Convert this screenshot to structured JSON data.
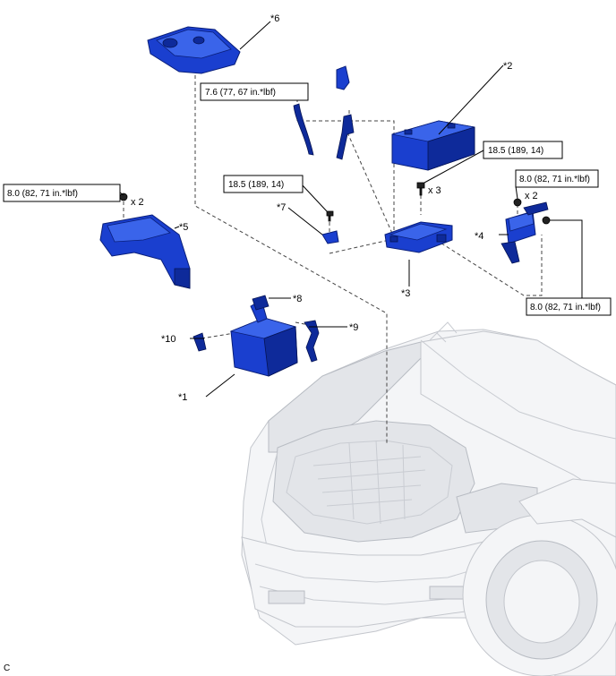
{
  "callouts": {
    "c1": "*1",
    "c2": "*2",
    "c3": "*3",
    "c4": "*4",
    "c5": "*5",
    "c6": "*6",
    "c7": "*7",
    "c8": "*8",
    "c9": "*9",
    "c10": "*10"
  },
  "torques": {
    "t_7_6": "7.6 (77, 67 in.*lbf)",
    "t_18_5_top": "18.5 (189, 14)",
    "t_18_5_left": "18.5 (189, 14)",
    "t_8_0_left": "8.0 (82, 71 in.*lbf)",
    "t_8_0_right_top": "8.0 (82, 71 in.*lbf)",
    "t_8_0_right_bottom": "8.0 (82, 71 in.*lbf)"
  },
  "quantities": {
    "q_left": "x 2",
    "q_battery": "x 3",
    "q_right": "x 2"
  },
  "footer_code": "C",
  "colors": {
    "parts": "#1a3fcf",
    "car": "#f4f5f7",
    "lines": "#000000"
  }
}
